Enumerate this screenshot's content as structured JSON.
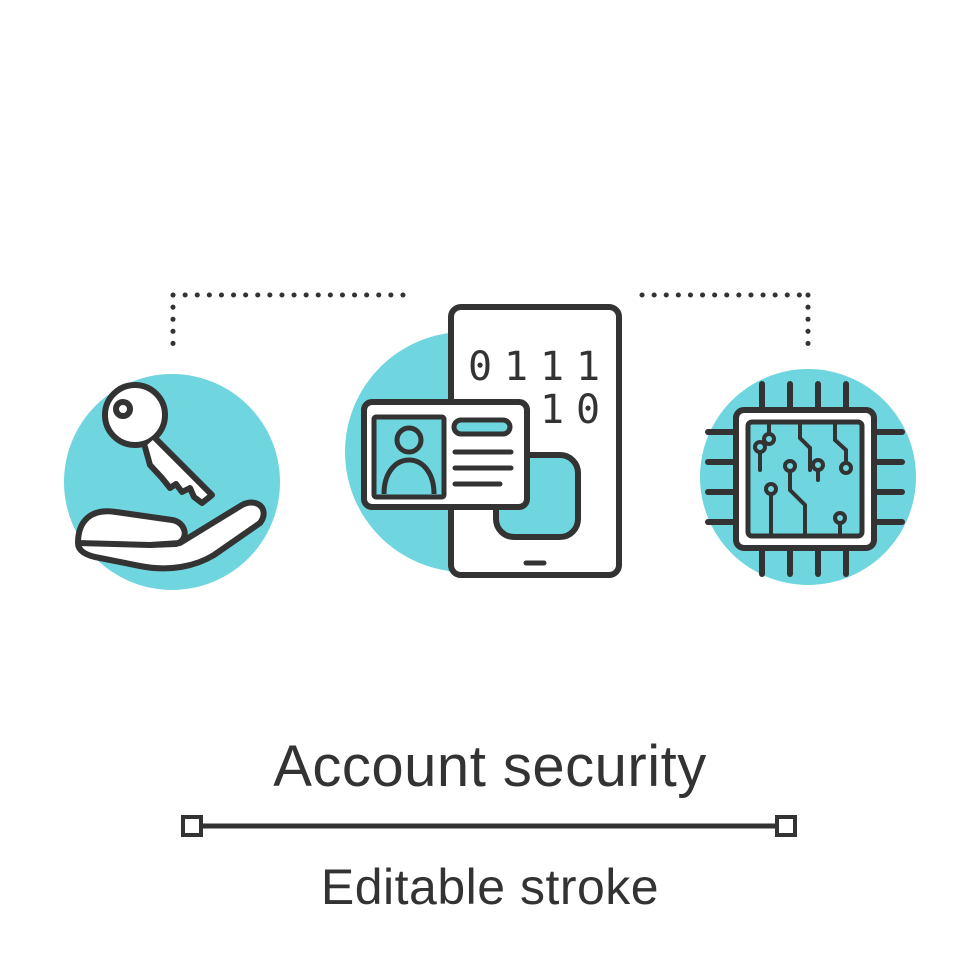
{
  "caption": {
    "title": "Account security",
    "subtitle": "Editable stroke"
  },
  "illustration": {
    "binary_row_1": [
      "0",
      "1",
      "1",
      "1"
    ],
    "binary_row_2": [
      "1",
      "0"
    ],
    "icons": [
      "key-in-hand-icon",
      "smartphone-id-card-icon",
      "microchip-icon"
    ]
  },
  "colors": {
    "accent": "#6fd5df",
    "stroke": "#333333",
    "background": "#ffffff"
  }
}
